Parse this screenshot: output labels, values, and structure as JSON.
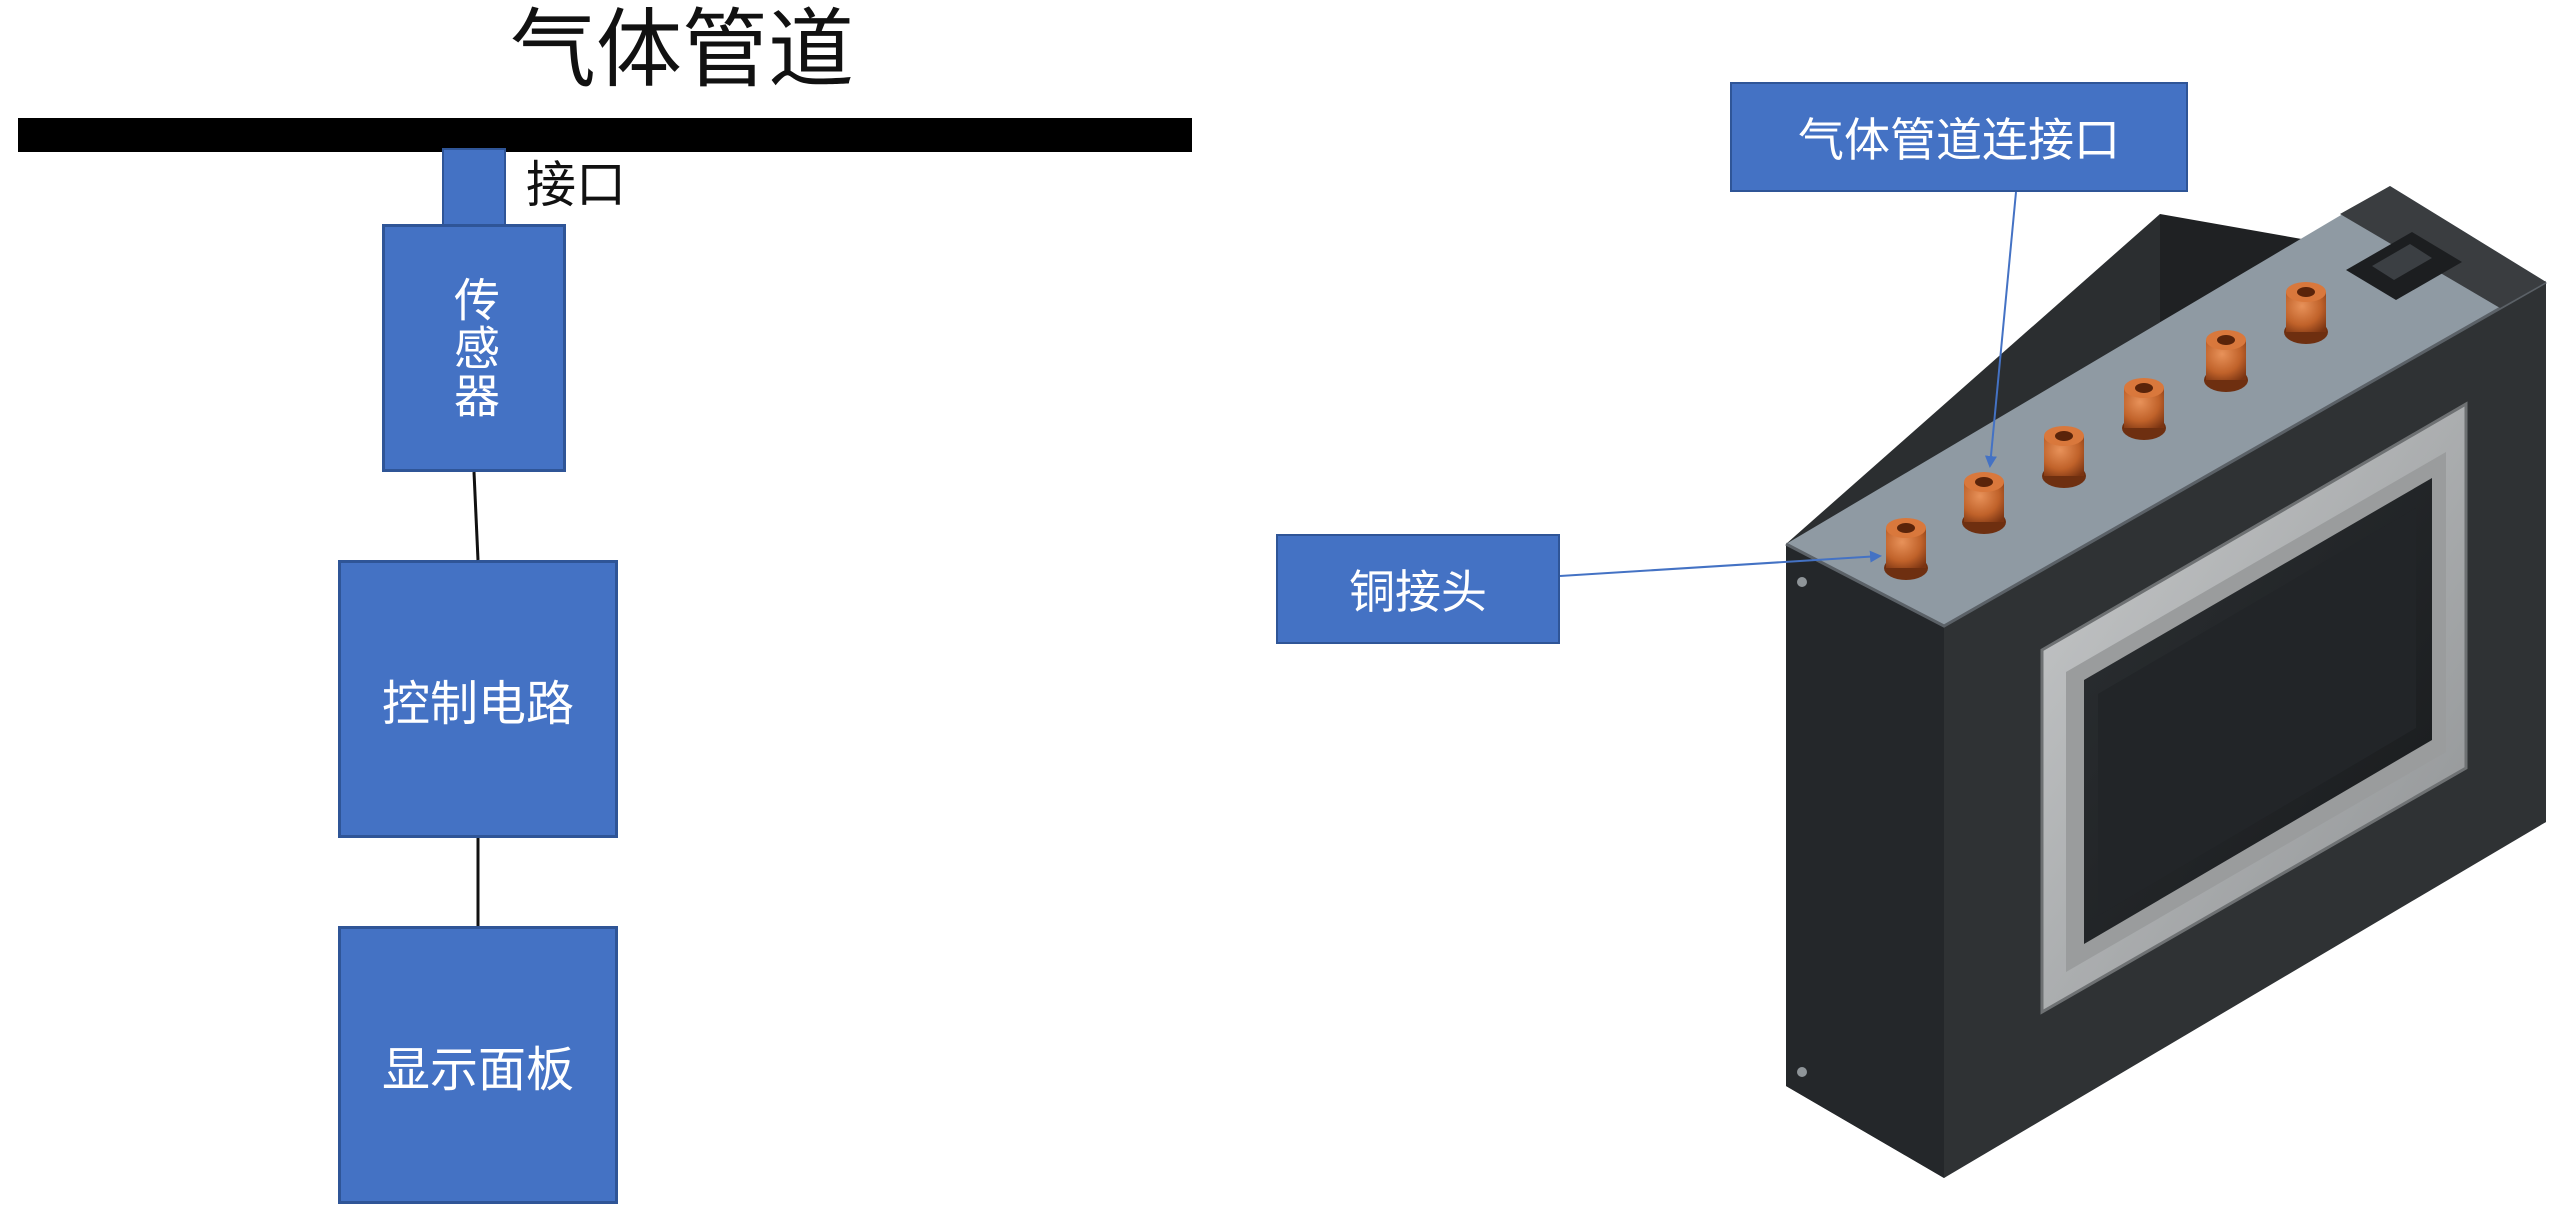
{
  "block_diagram": {
    "title": "气体管道",
    "connector_label": "接口",
    "sensor_label": "传感器",
    "control_label": "控制电路",
    "display_label": "显示面板"
  },
  "device_figure": {
    "pipe_connection_callout": "气体管道连接口",
    "copper_fitting_callout": "铜接头",
    "copper_fitting_count": 6
  },
  "colors": {
    "box_fill": "#4472c4",
    "box_border": "#2f5597",
    "pipe": "#000000",
    "device_body": "#2b2e30",
    "device_top": "#8f9aa3",
    "copper": "#c0622a",
    "screen_bezel": "#a9abac",
    "screen": "#1f2224",
    "leader_line": "#4472c4"
  }
}
